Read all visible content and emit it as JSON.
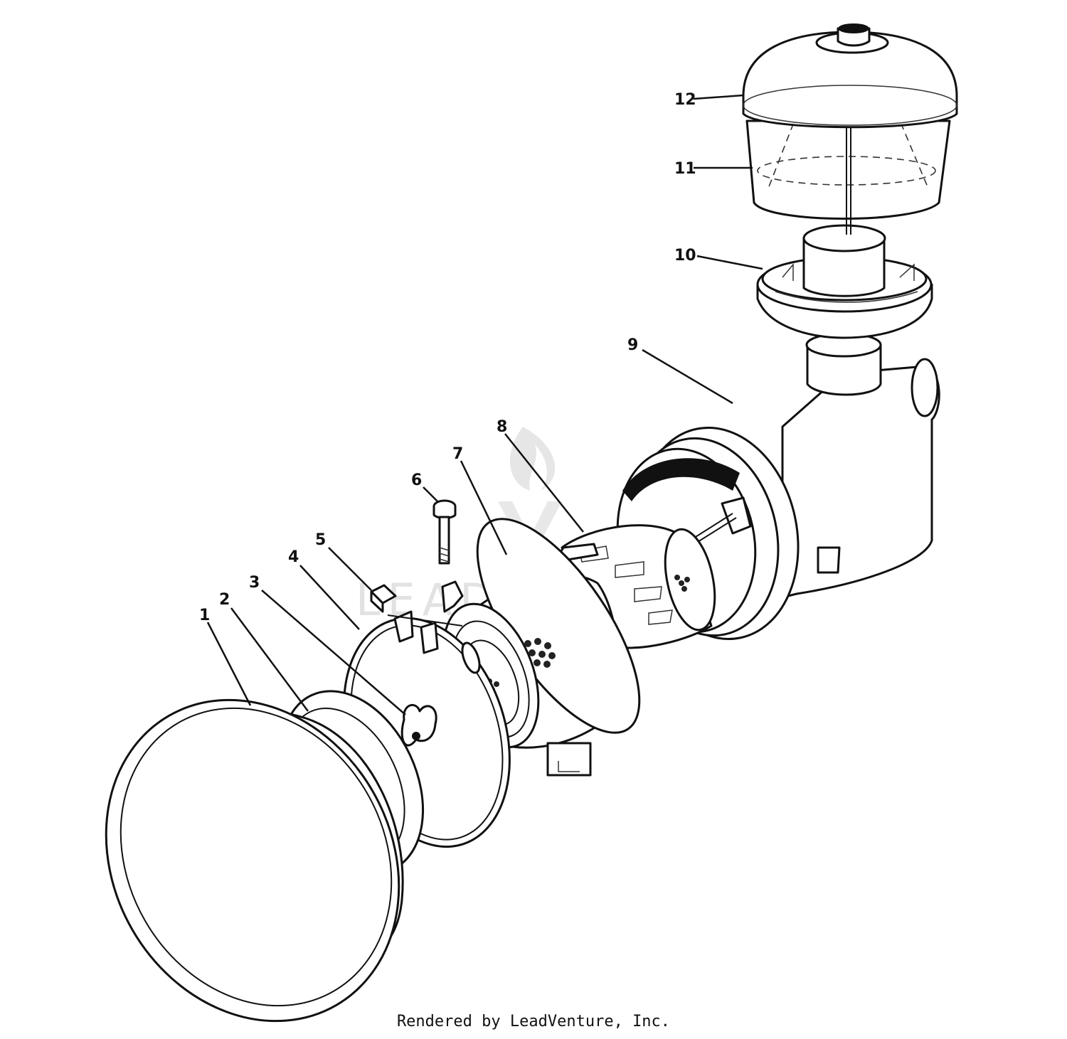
{
  "callouts": [
    {
      "label": "1"
    },
    {
      "label": "2"
    },
    {
      "label": "3"
    },
    {
      "label": "4"
    },
    {
      "label": "5"
    },
    {
      "label": "6"
    },
    {
      "label": "7"
    },
    {
      "label": "8"
    },
    {
      "label": "9"
    },
    {
      "label": "10"
    },
    {
      "label": "11"
    },
    {
      "label": "12"
    }
  ],
  "watermark": {
    "text": "LEADVENTURE"
  },
  "footer": {
    "text": "Rendered by LeadVenture, Inc."
  }
}
